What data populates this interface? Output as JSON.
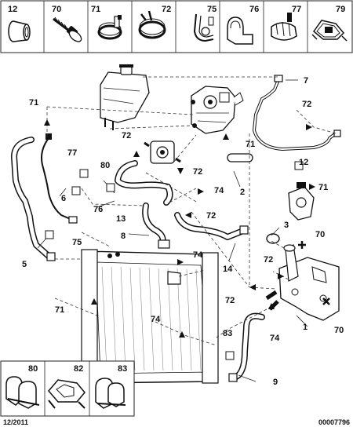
{
  "parts_header": {
    "items": [
      {
        "ref": "12",
        "icon": "sleeve-icon"
      },
      {
        "ref": "70",
        "icon": "screw-icon"
      },
      {
        "ref": "71",
        "icon": "hose-clamp-icon"
      },
      {
        "ref": "72",
        "icon": "spring-clamp-icon"
      },
      {
        "ref": "75",
        "icon": "clip-icon"
      },
      {
        "ref": "76",
        "icon": "bracket-icon"
      },
      {
        "ref": "77",
        "icon": "fastener-icon"
      },
      {
        "ref": "79",
        "icon": "retaining-clip-icon"
      }
    ]
  },
  "parts_footer": {
    "items": [
      {
        "ref": "80",
        "icon": "double-clip-icon"
      },
      {
        "ref": "82",
        "icon": "cable-clip-icon"
      },
      {
        "ref": "83",
        "icon": "pipe-clip-icon"
      }
    ]
  },
  "callouts": {
    "c1": "1",
    "c2": "2",
    "c3": "3",
    "c5": "5",
    "c6": "6",
    "c7": "7",
    "c8": "8",
    "c9": "9",
    "c12": "12",
    "c13": "13",
    "c14": "14",
    "c70a": "70",
    "c70b": "70",
    "c71a": "71",
    "c71b": "71",
    "c71c": "71",
    "c71d": "71",
    "c72a": "72",
    "c72b": "72",
    "c72c": "72",
    "c72d": "72",
    "c72e": "72",
    "c72f": "72",
    "c74a": "74",
    "c74b": "74",
    "c74c": "74",
    "c74d": "74",
    "c75": "75",
    "c76": "76",
    "c77": "77",
    "c80": "80",
    "c83": "83"
  },
  "footer": {
    "date": "12/2011",
    "reference": "00007796"
  }
}
